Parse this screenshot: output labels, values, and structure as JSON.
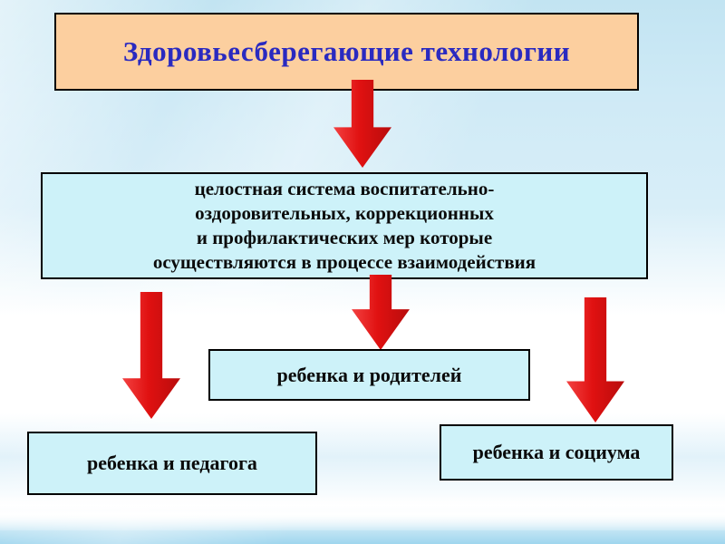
{
  "slide": {
    "title": {
      "label": "Здоровьесберегающие технологии"
    },
    "definition": {
      "text": "целостная система воспитательно-\nоздоровительных, коррекционных\nи профилактических мер которые\nосуществляются в процессе  взаимодействия"
    },
    "nodes": {
      "parents": "ребенка и родителей",
      "teacher": "ребенка и педагога",
      "society": "ребенка и социума"
    },
    "colors": {
      "title_bg": "#fccf9f",
      "title_text": "#2a2ac0",
      "node_bg": "#cdf2f9",
      "arrow_red": "#e01111",
      "background_blue": "#c2e4f2"
    }
  }
}
